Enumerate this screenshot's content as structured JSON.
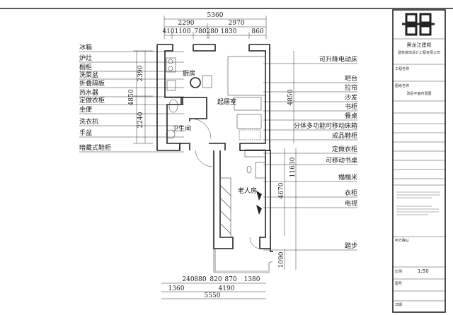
{
  "dimensions": {
    "top_total": "5360",
    "top_sub": [
      "2290",
      "2970"
    ],
    "top_detail": [
      "410",
      "1100",
      "780",
      "280",
      "1830",
      "860"
    ],
    "left_total": "4850",
    "left_sub": [
      "2390",
      "2240"
    ],
    "right_upper": "4850",
    "right_total": "11630",
    "right_lower": "4670",
    "right_step": "1090",
    "bottom_detail": [
      "240",
      "880",
      "820",
      "870",
      "1380"
    ],
    "bottom_sub": [
      "1360",
      "4190"
    ],
    "bottom_total": "5550"
  },
  "rooms": {
    "kitchen": "厨房",
    "living": "起居室",
    "bathroom": "卫生间",
    "elder_room": "老人房"
  },
  "left_labels": [
    "冰箱",
    "炉灶",
    "橱柜",
    "洗菜盆",
    "折叠隔板",
    "热水器",
    "定做衣柜",
    "坐便",
    "洗衣机",
    "手盆",
    "暗藏式鞋柜"
  ],
  "right_labels": [
    "可升降电动床",
    "吧台",
    "拉帘",
    "沙发",
    "书柜",
    "餐桌",
    "分体多功能可移动床箱",
    "成品鞋柜",
    "定做衣柜",
    "可移动书桌",
    "榻榻米",
    "衣柜",
    "电视",
    "踏步"
  ],
  "title_block": {
    "company": "黑龙江建邦",
    "company_full": "建筑装饰设计工程有限公司",
    "project_label": "工程名称",
    "drawing_label": "图纸名称",
    "drawing_name": "改后平面布置图",
    "scale_label": "比例",
    "scale": "1:50",
    "number_label": "图号",
    "date_label": "日期",
    "client_label": "甲方确认"
  }
}
